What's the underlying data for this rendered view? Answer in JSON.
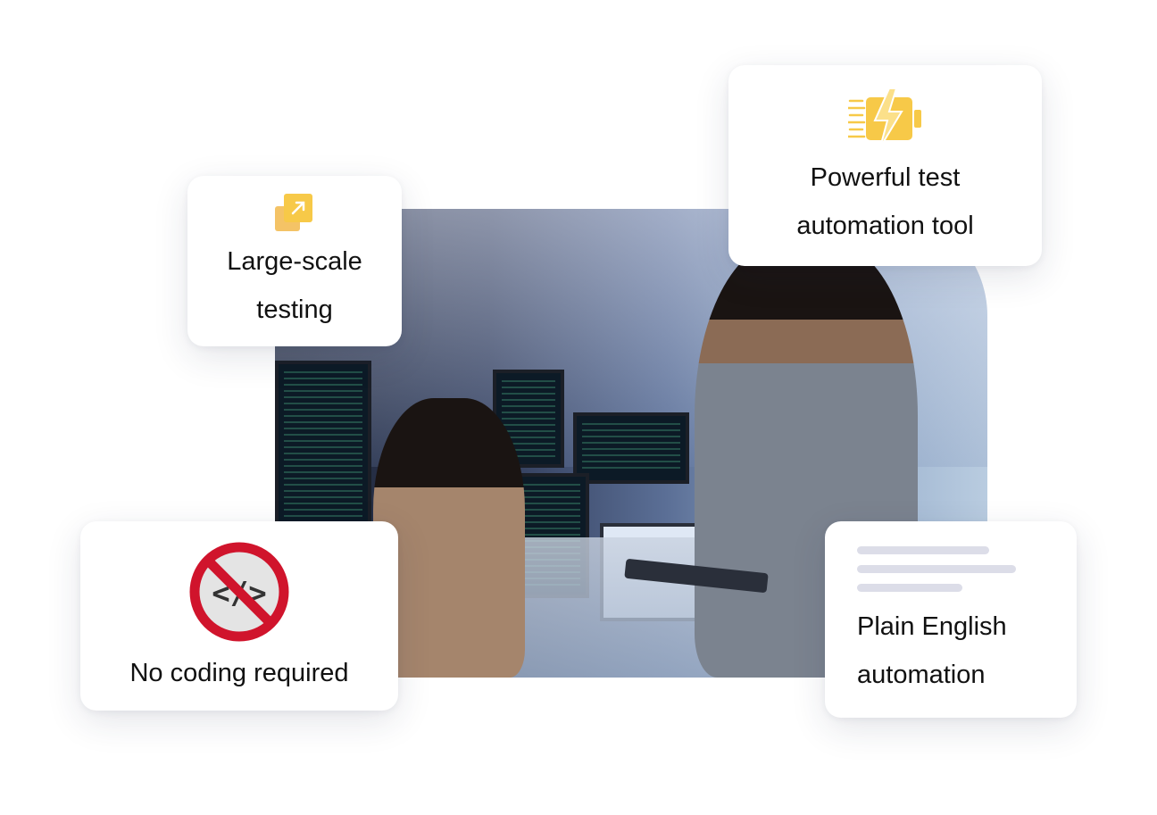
{
  "photo": {
    "alt_hint": ""
  },
  "cards": {
    "large_scale": {
      "label": "Large-scale\ntesting",
      "icon": "expand-arrow-icon"
    },
    "powerful": {
      "label": "Powerful test\nautomation tool",
      "icon": "lightning-battery-icon"
    },
    "no_code": {
      "label": "No coding required",
      "icon": "no-code-icon"
    },
    "plain_english": {
      "label": "Plain English\nautomation",
      "icon": "text-lines-icon"
    }
  },
  "colors": {
    "accent_yellow": "#f7c948",
    "no_red": "#d0142c",
    "line_gray": "#dcdde8"
  }
}
